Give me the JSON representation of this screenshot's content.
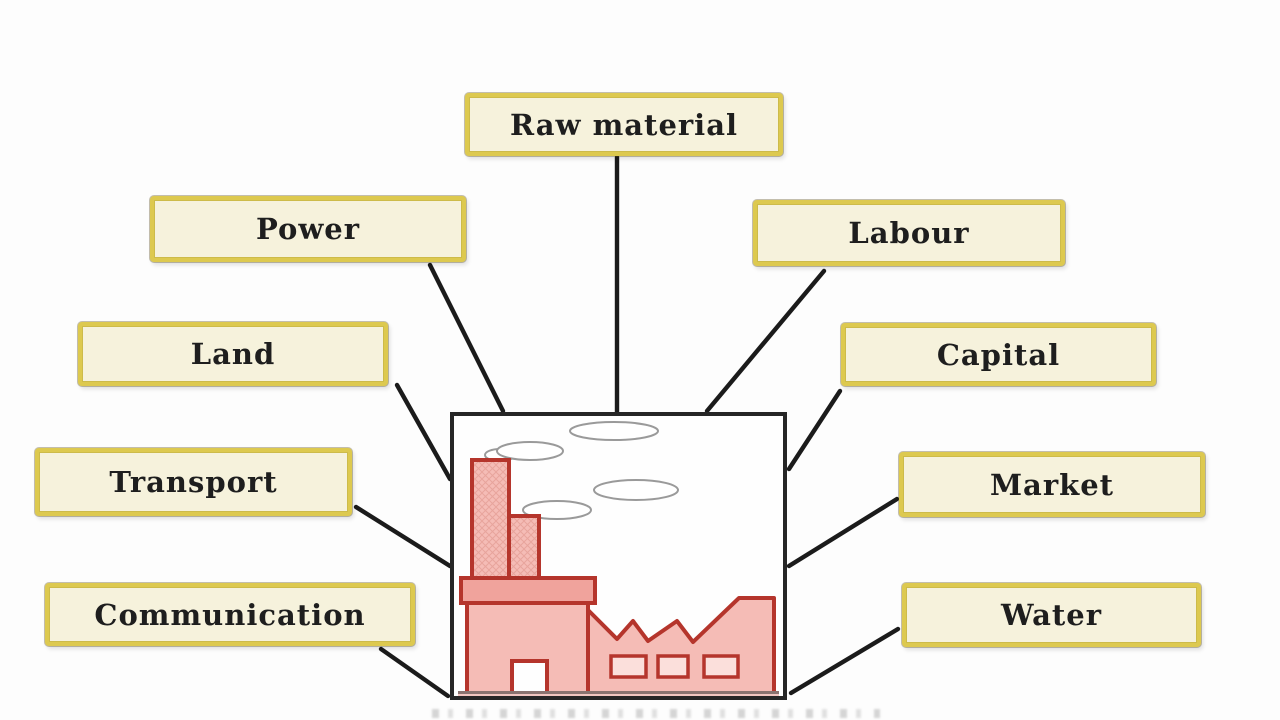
{
  "diagram_title": "Factors of industry location (central factory with nine factor labels)",
  "labels": {
    "raw_material": "Raw material",
    "power": "Power",
    "labour": "Labour",
    "land": "Land",
    "capital": "Capital",
    "transport": "Transport",
    "market": "Market",
    "communication": "Communication",
    "water": "Water"
  },
  "center": {
    "name": "factory-illustration",
    "elements": [
      "clouds-of-smoke",
      "tall-chimney",
      "short-chimney",
      "chimney-base-band",
      "main-building",
      "door",
      "sawtooth-roof-building",
      "three-windows",
      "ground-line"
    ]
  },
  "colors": {
    "page_background": "#fdfdfd",
    "label_fill": "#f6f2dc",
    "label_border": "#ddc94f",
    "label_text": "#1e1e1e",
    "connector_line": "#1b1b1b",
    "factory_frame": "#262626",
    "factory_outline": "#b5352c",
    "factory_fill": "#f5bcb6",
    "factory_band_fill": "#f0a39c",
    "window_fill": "#fbdfdb",
    "smoke_outline": "#9a9a9a",
    "ground_line": "#8a7370"
  }
}
